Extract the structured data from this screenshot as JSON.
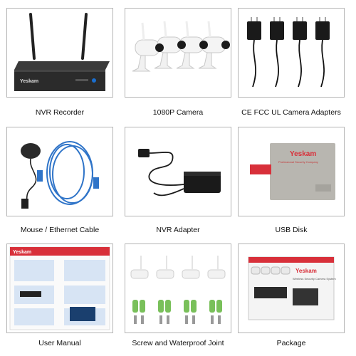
{
  "items": [
    {
      "caption": "NVR Recorder",
      "brand": "Yeskam"
    },
    {
      "caption": "1080P Camera"
    },
    {
      "caption": "CE FCC UL Camera Adapters"
    },
    {
      "caption": "Mouse / Ethernet Cable"
    },
    {
      "caption": "NVR Adapter"
    },
    {
      "caption": "USB Disk",
      "brand": "Yeskam",
      "subtitle": "Professional Security Company"
    },
    {
      "caption": "User Manual",
      "brand": "Yeskam"
    },
    {
      "caption": "Screw and Waterproof Joint"
    },
    {
      "caption": "Package",
      "brand": "Yeskam",
      "subtitle": "Wireless Security Camera System"
    }
  ],
  "colors": {
    "border": "#b4b4b4",
    "nvr_body": "#2b2b2b",
    "cable_blue": "#2f74c8",
    "usb_red": "#d8303a",
    "usb_body": "#b8b6b0",
    "adapter_black": "#1a1a1a",
    "capsule_green": "#79c05a"
  }
}
